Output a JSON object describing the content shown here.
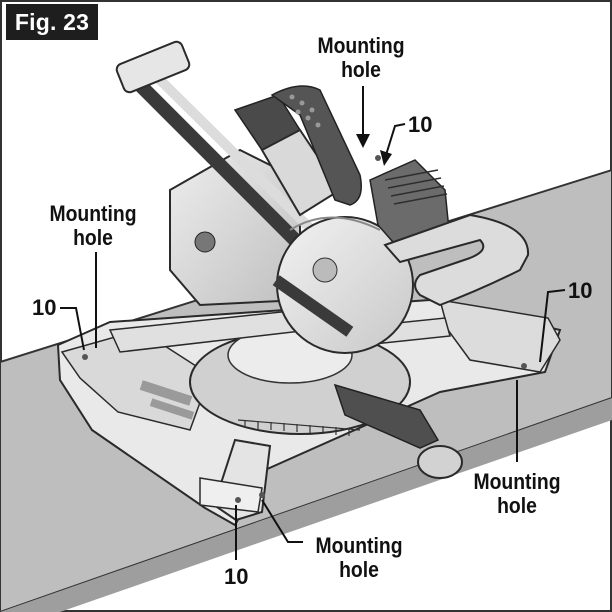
{
  "figure": {
    "badge": "Fig. 23"
  },
  "callouts": {
    "mounting_hole_label": "Mounting\nhole",
    "part_number": "10"
  },
  "colors": {
    "badge_bg": "#1e1e1e",
    "surface": "#bdbdbd",
    "saw_body": "#d6d6d6",
    "dark_parts": "#4a4a4a",
    "outline": "#2a2a2a"
  }
}
